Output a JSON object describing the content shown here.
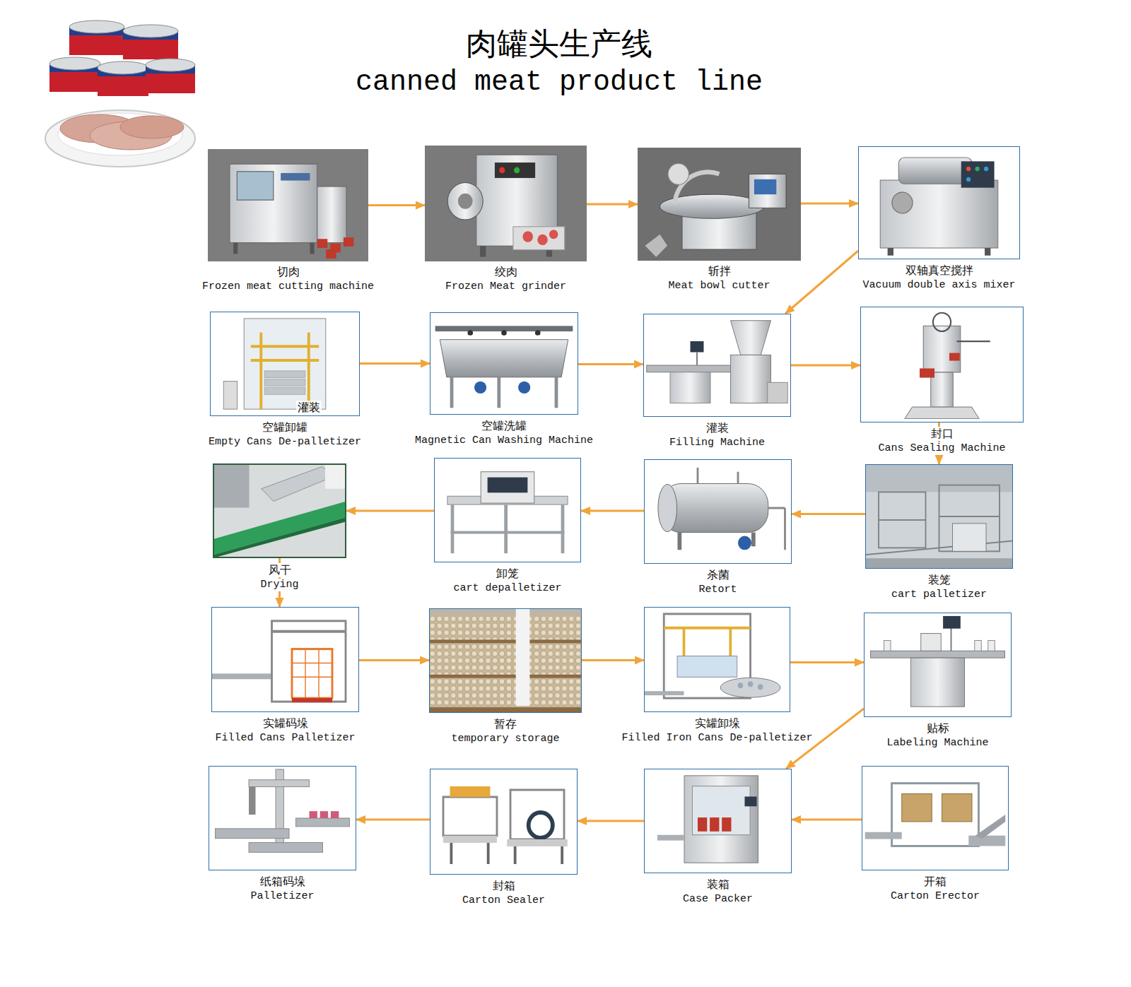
{
  "diagram": {
    "title": "肉罐头生产线",
    "nodes": [
      {
        "text": [
          "切肉",
          "Frozen meat cutting machine"
        ]
      },
      {
        "text": [
          "绞肉",
          "Frozen Meat grinder"
        ]
      },
      {
        "text": [
          "斩拌",
          "Meat bowl cutter"
        ]
      },
      {
        "text": [
          "双轴真空搅拌",
          "Vacuum double axis mixer"
        ]
      },
      {
        "text": [
          "空罐卸罐",
          "Empty Cans De-palletizer"
        ]
      },
      {
        "text": [
          "空罐洗罐",
          "Magnetic Can Washing Machine"
        ]
      },
      {
        "text": [
          "灌装",
          "Filling Machine"
        ]
      },
      {
        "text": [
          "封口",
          "Cans Sealing Machine"
        ]
      },
      {
        "text": [
          "风干",
          "Drying"
        ]
      },
      {
        "text": [
          "卸笼",
          "cart depalletizer"
        ]
      },
      {
        "text": [
          "杀菌",
          "Retort"
        ]
      },
      {
        "text": [
          "装笼",
          "cart palletizer"
        ]
      },
      {
        "text": [
          "实罐码垛",
          "Filled Cans Palletizer"
        ]
      },
      {
        "text": [
          "暂存",
          "temporary storage"
        ]
      },
      {
        "text": [
          "实罐卸垛",
          "Filled Iron Cans De-palletizer"
        ]
      },
      {
        "text": [
          "贴标",
          "Labeling Machine"
        ]
      },
      {
        "text": [
          "纸箱码垛",
          "Palletizer"
        ]
      },
      {
        "text": [
          "封箱",
          "Carton Sealer"
        ]
      },
      {
        "text": [
          "装箱",
          "Case Packer"
        ]
      },
      {
        "text": [
          "开箱",
          "Carton Erector"
        ]
      }
    ],
    "edges": [
      {
        "from": 0,
        "to": 1,
        "arrow": "to"
      },
      {
        "from": 1,
        "to": 2,
        "arrow": "to"
      },
      {
        "from": 2,
        "to": 3,
        "arrow": "to"
      },
      {
        "from": 3,
        "to": 6,
        "arrow": "to"
      },
      {
        "from": 4,
        "to": 5,
        "arrow": "to"
      },
      {
        "from": 5,
        "to": 6,
        "arrow": "to"
      },
      {
        "from": 6,
        "to": 7,
        "arrow": "to"
      },
      {
        "from": 7,
        "to": 11,
        "arrow": "to"
      },
      {
        "from": 11,
        "to": 10,
        "arrow": "to"
      },
      {
        "from": 10,
        "to": 9,
        "arrow": "to"
      },
      {
        "from": 9,
        "to": 8,
        "arrow": "to"
      },
      {
        "from": 8,
        "to": 12,
        "arrow": "to"
      },
      {
        "from": 12,
        "to": 13,
        "arrow": "to"
      },
      {
        "from": 13,
        "to": 14,
        "arrow": "to"
      },
      {
        "from": 14,
        "to": 15,
        "arrow": "to"
      },
      {
        "from": 15,
        "to": 18,
        "arrow": "to"
      },
      {
        "from": 19,
        "to": 18,
        "arrow": "to"
      },
      {
        "from": 18,
        "to": 17,
        "arrow": "to"
      },
      {
        "from": 17,
        "to": 16,
        "arrow": "to"
      }
    ],
    "labels": [
      "canned meat product line",
      "灌装"
    ]
  }
}
